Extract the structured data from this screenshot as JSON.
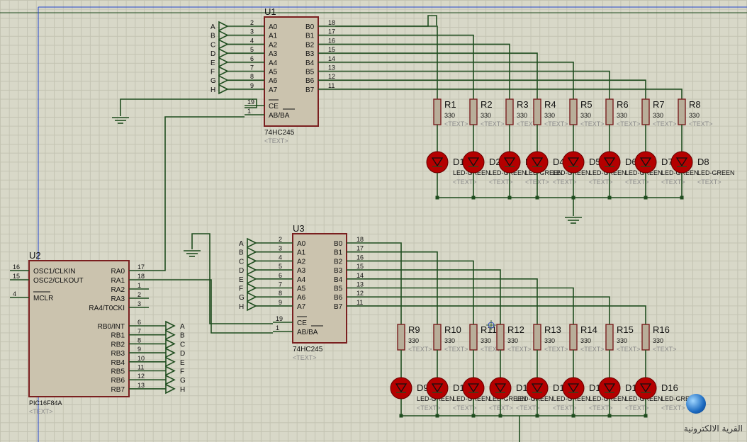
{
  "colors": {
    "wire": "#1f4d1f",
    "chip_fill": "#cbc3ae",
    "chip_border": "#7a1f1f",
    "led": "#b40000",
    "resistor": "#b8ae99",
    "gray_text": "#8a8a8a"
  },
  "u1": {
    "ref": "U1",
    "part": "74HC245",
    "text": "<TEXT>",
    "left": [
      {
        "n": "2",
        "p": "A0",
        "b": "A"
      },
      {
        "n": "3",
        "p": "A1",
        "b": "B"
      },
      {
        "n": "4",
        "p": "A2",
        "b": "C"
      },
      {
        "n": "5",
        "p": "A3",
        "b": "D"
      },
      {
        "n": "6",
        "p": "A4",
        "b": "E"
      },
      {
        "n": "7",
        "p": "A5",
        "b": "F"
      },
      {
        "n": "8",
        "p": "A6",
        "b": "G"
      },
      {
        "n": "9",
        "p": "A7",
        "b": "H"
      }
    ],
    "right": [
      {
        "n": "18",
        "p": "B0"
      },
      {
        "n": "17",
        "p": "B1"
      },
      {
        "n": "16",
        "p": "B2"
      },
      {
        "n": "15",
        "p": "B3"
      },
      {
        "n": "14",
        "p": "B4"
      },
      {
        "n": "13",
        "p": "B5"
      },
      {
        "n": "12",
        "p": "B6"
      },
      {
        "n": "11",
        "p": "B7"
      }
    ],
    "ctrl": [
      {
        "n": "19",
        "p": "CE"
      },
      {
        "n": "1",
        "p": "AB/BA"
      }
    ]
  },
  "u3": {
    "ref": "U3",
    "part": "74HC245",
    "text": "<TEXT>",
    "left": [
      {
        "n": "2",
        "p": "A0",
        "b": "A"
      },
      {
        "n": "3",
        "p": "A1",
        "b": "B"
      },
      {
        "n": "4",
        "p": "A2",
        "b": "C"
      },
      {
        "n": "5",
        "p": "A3",
        "b": "D"
      },
      {
        "n": "6",
        "p": "A4",
        "b": "E"
      },
      {
        "n": "7",
        "p": "A5",
        "b": "F"
      },
      {
        "n": "8",
        "p": "A6",
        "b": "G"
      },
      {
        "n": "9",
        "p": "A7",
        "b": "H"
      }
    ],
    "right": [
      {
        "n": "18",
        "p": "B0"
      },
      {
        "n": "17",
        "p": "B1"
      },
      {
        "n": "16",
        "p": "B2"
      },
      {
        "n": "15",
        "p": "B3"
      },
      {
        "n": "14",
        "p": "B4"
      },
      {
        "n": "13",
        "p": "B5"
      },
      {
        "n": "12",
        "p": "B6"
      },
      {
        "n": "11",
        "p": "B7"
      }
    ],
    "ctrl": [
      {
        "n": "19",
        "p": "CE"
      },
      {
        "n": "1",
        "p": "AB/BA"
      }
    ]
  },
  "u2": {
    "ref": "U2",
    "part": "PIC16F84A",
    "text": "<TEXT>",
    "left": [
      {
        "n": "16",
        "p": "OSC1/CLKIN"
      },
      {
        "n": "15",
        "p": "OSC2/CLKOUT"
      },
      {
        "n": "4",
        "p": "MCLR"
      }
    ],
    "right_top": [
      {
        "n": "17",
        "p": "RA0"
      },
      {
        "n": "18",
        "p": "RA1"
      },
      {
        "n": "1",
        "p": "RA2"
      },
      {
        "n": "2",
        "p": "RA3"
      },
      {
        "n": "3",
        "p": "RA4/T0CKI"
      }
    ],
    "right_bottom": [
      {
        "n": "6",
        "p": "RB0/INT",
        "b": "A"
      },
      {
        "n": "7",
        "p": "RB1",
        "b": "B"
      },
      {
        "n": "8",
        "p": "RB2",
        "b": "C"
      },
      {
        "n": "9",
        "p": "RB3",
        "b": "D"
      },
      {
        "n": "10",
        "p": "RB4",
        "b": "E"
      },
      {
        "n": "11",
        "p": "RB5",
        "b": "F"
      },
      {
        "n": "12",
        "p": "RB6",
        "b": "G"
      },
      {
        "n": "13",
        "p": "RB7",
        "b": "H"
      }
    ]
  },
  "resistors_top": [
    "R1",
    "R2",
    "R3",
    "R4",
    "R5",
    "R6",
    "R7",
    "R8"
  ],
  "resistors_bottom": [
    "R9",
    "R10",
    "R11",
    "R12",
    "R13",
    "R14",
    "R15",
    "R16"
  ],
  "resistor_value": "330",
  "leds_top": [
    "D1",
    "D2",
    "D3",
    "D4",
    "D5",
    "D6",
    "D7",
    "D8"
  ],
  "leds_bottom": [
    "D9",
    "D10",
    "D11",
    "D12",
    "D13",
    "D14",
    "D15",
    "D16"
  ],
  "led_part": "LED-GREEN",
  "text_placeholder": "<TEXT>",
  "watermark": {
    "text": "القرية الالكترونية",
    "icon": "globe-icon"
  }
}
